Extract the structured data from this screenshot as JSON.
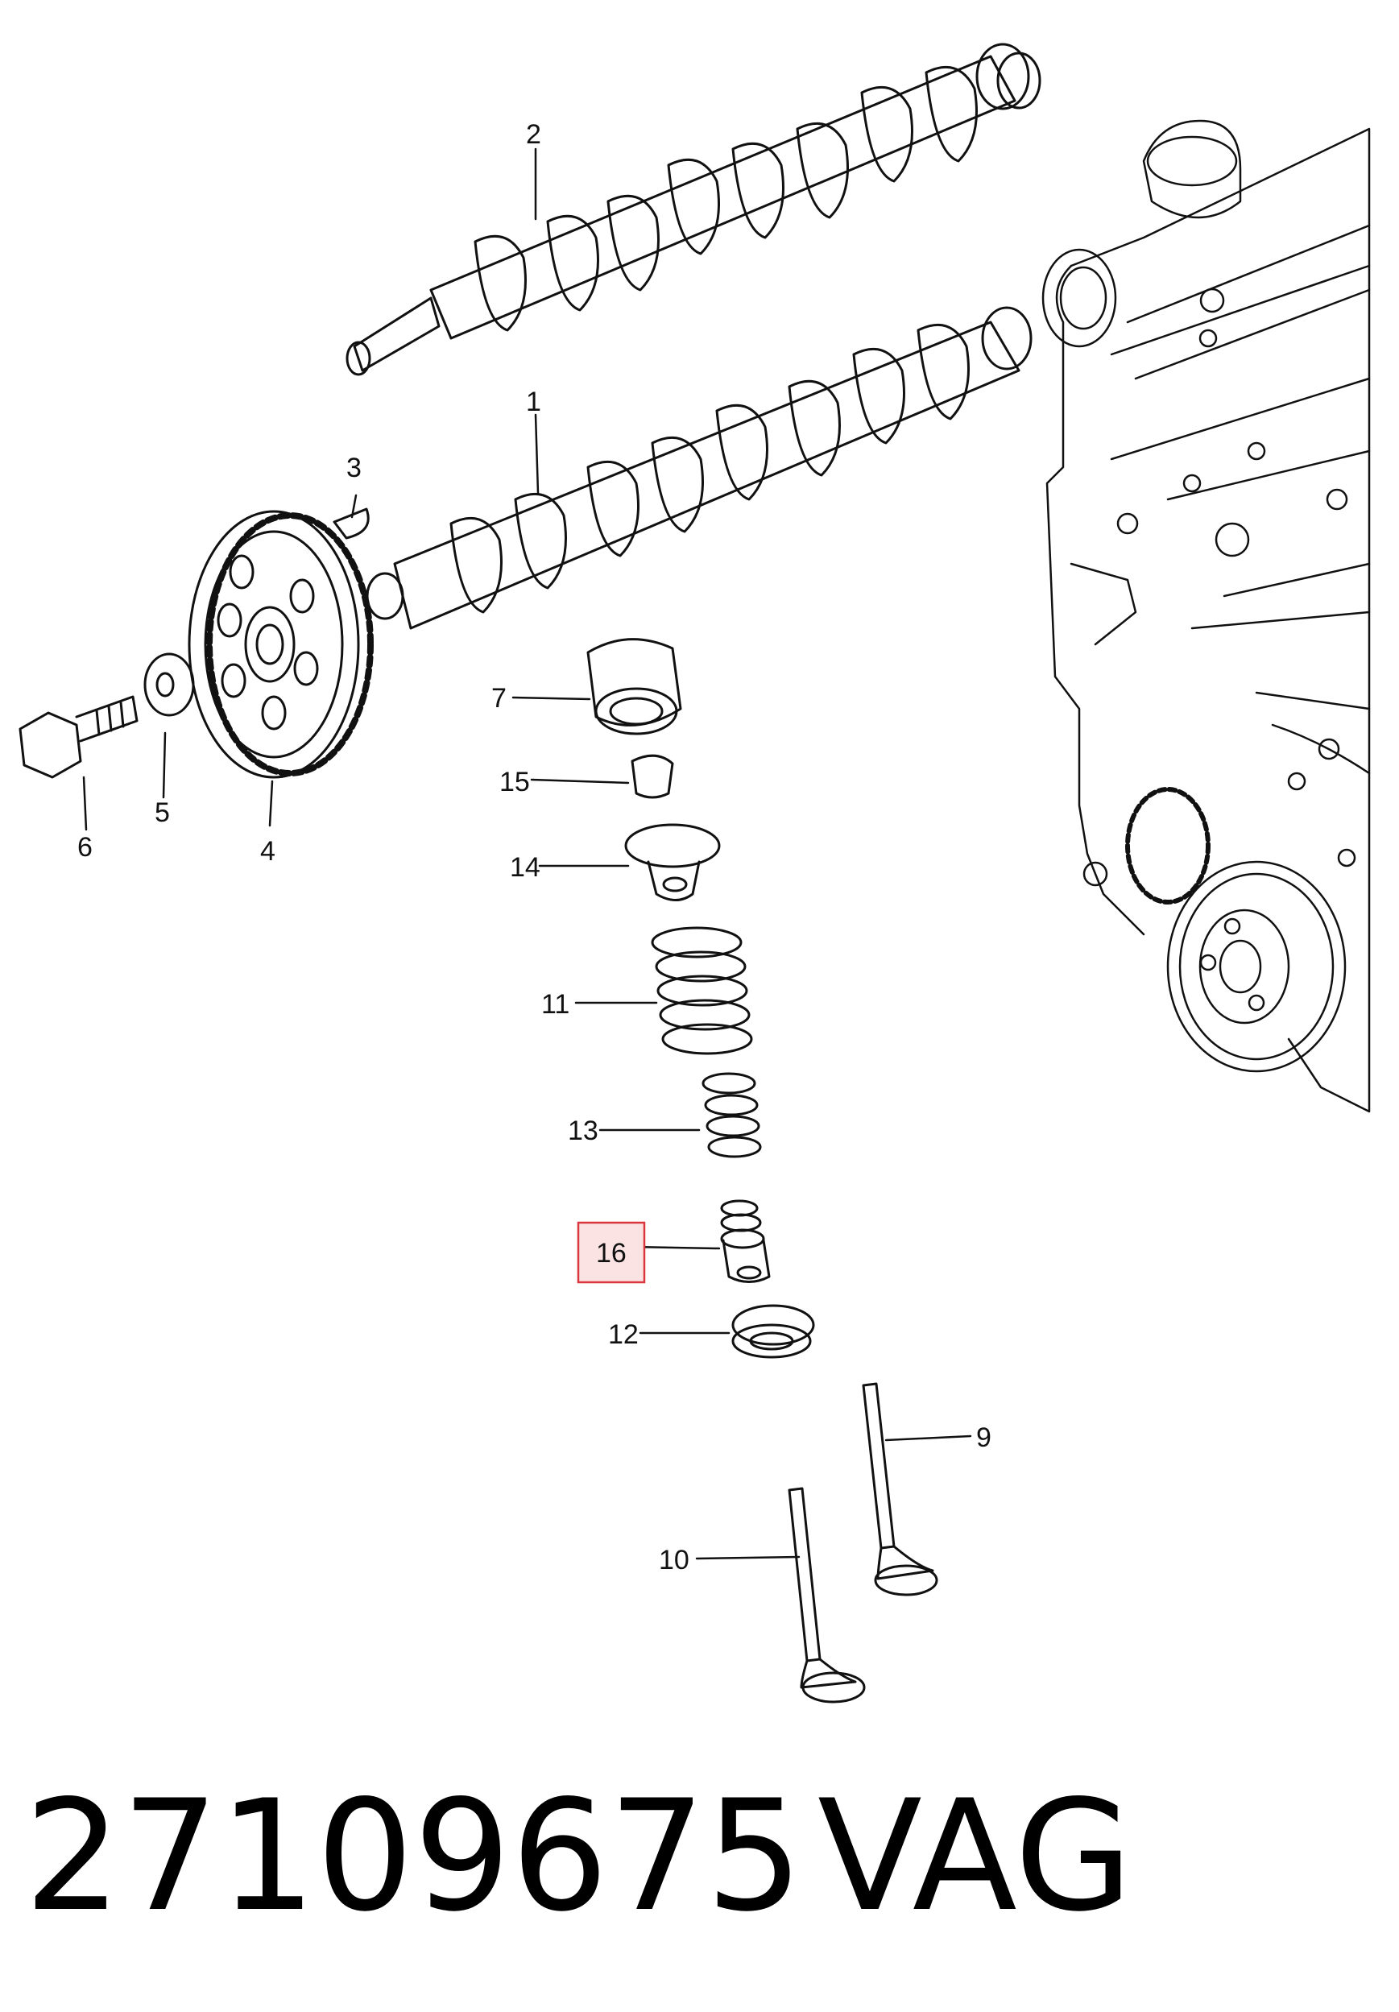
{
  "callouts": [
    {
      "id": "1",
      "label": "1"
    },
    {
      "id": "2",
      "label": "2"
    },
    {
      "id": "3",
      "label": "3"
    },
    {
      "id": "4",
      "label": "4"
    },
    {
      "id": "5",
      "label": "5"
    },
    {
      "id": "6",
      "label": "6"
    },
    {
      "id": "7",
      "label": "7"
    },
    {
      "id": "9",
      "label": "9"
    },
    {
      "id": "10",
      "label": "10"
    },
    {
      "id": "11",
      "label": "11"
    },
    {
      "id": "12",
      "label": "12"
    },
    {
      "id": "13",
      "label": "13"
    },
    {
      "id": "14",
      "label": "14"
    },
    {
      "id": "15",
      "label": "15"
    },
    {
      "id": "16",
      "label": "16",
      "highlighted": true
    }
  ],
  "highlight_color": "#d9363e",
  "highlight_fill": "#fbe3e4",
  "footer": {
    "part_number": "27109675",
    "brand": "VAG"
  }
}
